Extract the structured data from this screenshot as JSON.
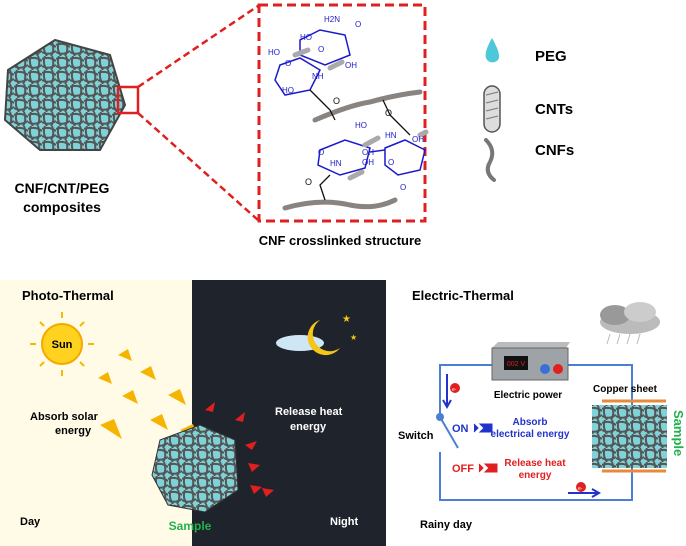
{
  "top": {
    "composite_caption_line1": "CNF/CNT/PEG",
    "composite_caption_line2": "composites",
    "structure_caption": "CNF crosslinked structure",
    "chem_labels": [
      "H2N",
      "HO",
      "HO",
      "OH",
      "NH",
      "HO",
      "O",
      "O",
      "O",
      "HO",
      "HN",
      "HN",
      "OH",
      "OH",
      "O",
      "O",
      "O",
      "OH"
    ],
    "legend": [
      {
        "label": "PEG",
        "icon": "water-drop-icon"
      },
      {
        "label": "CNTs",
        "icon": "nanotube-icon"
      },
      {
        "label": "CNFs",
        "icon": "fiber-icon"
      }
    ]
  },
  "photo_thermal": {
    "title": "Photo-Thermal",
    "sun": "Sun",
    "absorb": [
      "Absorb solar",
      "energy"
    ],
    "release": [
      "Release heat",
      "energy"
    ],
    "sample": "Sample",
    "day": "Day",
    "night": "Night",
    "colors": {
      "day_bg": "#fffbe6",
      "night_bg": "#1f232b",
      "sample": "#22b14c"
    }
  },
  "electric_thermal": {
    "title": "Electric-Thermal",
    "display": "002 V",
    "power": "Electric power",
    "copper": "Copper sheet",
    "sample": "Sample",
    "switch": "Switch",
    "on": "ON",
    "on_text": [
      "Absorb",
      "electrical energy"
    ],
    "off": "OFF",
    "off_text": [
      "Release heat",
      "energy"
    ],
    "electron": "e-",
    "rainy": "Rainy day",
    "colors": {
      "wire": "#4a7fd4",
      "on": "#2233cc",
      "off": "#e02020",
      "copper": "#e98a3a"
    }
  }
}
